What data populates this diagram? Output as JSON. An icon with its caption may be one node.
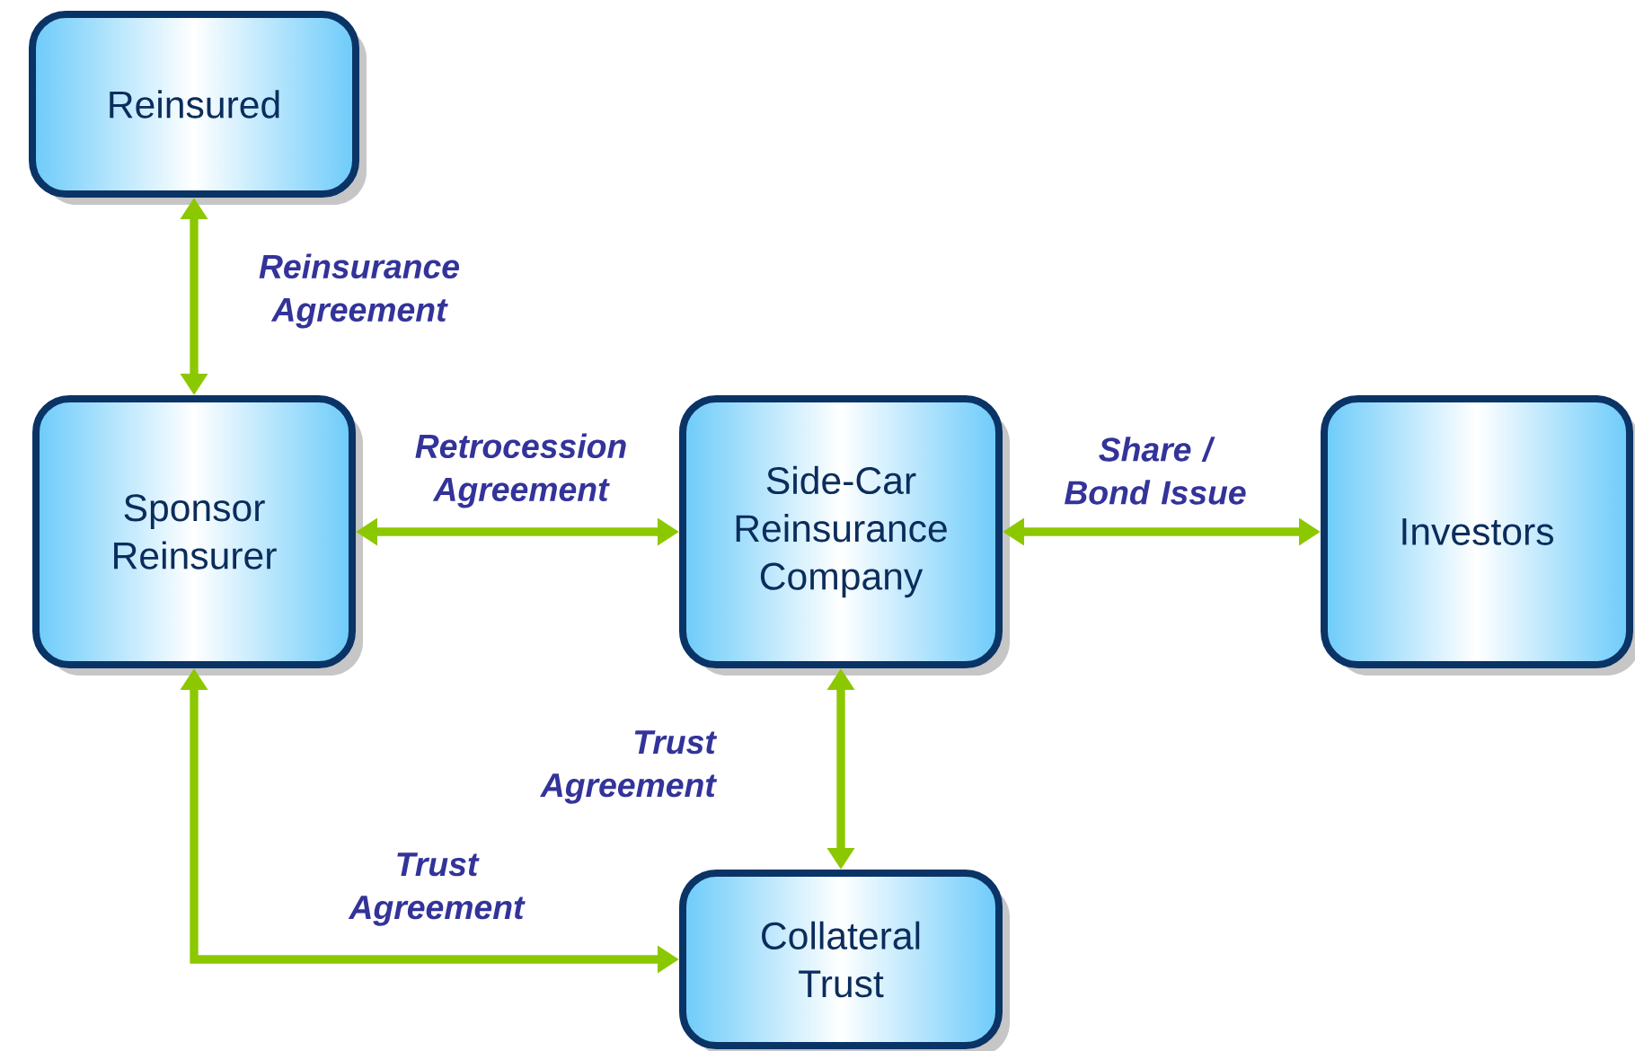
{
  "diagram": {
    "nodes": [
      {
        "text": [
          "Reinsured"
        ]
      },
      {
        "text": [
          "Sponsor Reinsurer"
        ]
      },
      {
        "text": [
          "Side-Car Reinsurance Company"
        ]
      },
      {
        "text": [
          "Investors"
        ]
      },
      {
        "text": [
          "Collateral Trust"
        ]
      }
    ],
    "edges": [
      {
        "from": 0,
        "to": 1,
        "arrow": "both",
        "label": "Reinsurance Agreement"
      },
      {
        "from": 1,
        "to": 2,
        "arrow": "both",
        "label": "Retrocession Agreement"
      },
      {
        "from": 2,
        "to": 3,
        "arrow": "both",
        "label": "Share / Bond Issue"
      },
      {
        "from": 2,
        "to": 4,
        "arrow": "both",
        "label": "Trust Agreement"
      },
      {
        "from": 1,
        "to": 4,
        "arrow": "both",
        "label": "Trust Agreement"
      }
    ]
  }
}
